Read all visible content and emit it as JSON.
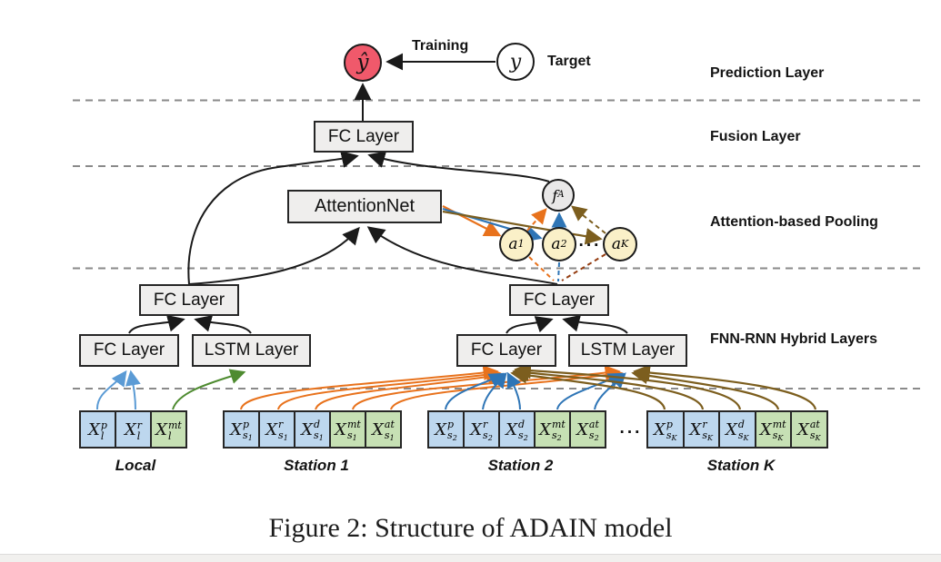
{
  "colors": {
    "accent_red": "#F0596B",
    "orange": "#E8721C",
    "blue": "#2E75B6",
    "light_blue": "#5B9BD5",
    "green": "#4E8B30",
    "olive": "#7C5E1E",
    "dark_red": "#943C10",
    "circle_yellow": "#FAF0C8",
    "circle_gray": "#E9E8E8",
    "box_gray": "#EFEEED",
    "input_blue": "#BDD7EE",
    "input_green": "#C6E0B4"
  },
  "prediction": {
    "yhat": "ŷ",
    "y": "y",
    "training_label": "Training",
    "target_label": "Target",
    "layer_label": "Prediction Layer"
  },
  "fusion": {
    "fc_label": "FC Layer",
    "layer_label": "Fusion Layer"
  },
  "attention": {
    "net_label": "AttentionNet",
    "layer_label": "Attention-based Pooling",
    "fa": {
      "base": "f",
      "idx": "A"
    },
    "units": [
      {
        "base": "a",
        "idx": "1"
      },
      {
        "base": "a",
        "idx": "2"
      },
      {
        "base": "a",
        "idx": "K"
      }
    ],
    "dots": "···"
  },
  "hybrid": {
    "layer_label": "FNN-RNN Hybrid Layers",
    "left_upper_fc": "FC Layer",
    "left_fc": "FC Layer",
    "left_lstm": "LSTM Layer",
    "right_upper_fc": "FC Layer",
    "right_fc": "FC Layer",
    "right_lstm": "LSTM Layer"
  },
  "inputs": {
    "dots": "···",
    "groups": [
      {
        "base": "X",
        "label": "Local",
        "boxes": [
          {
            "sup": "p",
            "sub": "l",
            "kind": "blue"
          },
          {
            "sup": "r",
            "sub": "l",
            "kind": "blue"
          },
          {
            "sup": "mt",
            "sub": "l",
            "kind": "green"
          }
        ]
      },
      {
        "base": "X",
        "label": "Station 1",
        "boxes": [
          {
            "sup": "p",
            "sub": "s",
            "subIdx": "1",
            "kind": "blue"
          },
          {
            "sup": "r",
            "sub": "s",
            "subIdx": "1",
            "kind": "blue"
          },
          {
            "sup": "d",
            "sub": "s",
            "subIdx": "1",
            "kind": "blue"
          },
          {
            "sup": "mt",
            "sub": "s",
            "subIdx": "1",
            "kind": "green"
          },
          {
            "sup": "at",
            "sub": "s",
            "subIdx": "1",
            "kind": "green"
          }
        ]
      },
      {
        "base": "X",
        "label": "Station 2",
        "boxes": [
          {
            "sup": "p",
            "sub": "s",
            "subIdx": "2",
            "kind": "blue"
          },
          {
            "sup": "r",
            "sub": "s",
            "subIdx": "2",
            "kind": "blue"
          },
          {
            "sup": "d",
            "sub": "s",
            "subIdx": "2",
            "kind": "blue"
          },
          {
            "sup": "mt",
            "sub": "s",
            "subIdx": "2",
            "kind": "green"
          },
          {
            "sup": "at",
            "sub": "s",
            "subIdx": "2",
            "kind": "green"
          }
        ]
      },
      {
        "base": "X",
        "label": "Station K",
        "boxes": [
          {
            "sup": "p",
            "sub": "s",
            "subIdx": "K",
            "kind": "blue"
          },
          {
            "sup": "r",
            "sub": "s",
            "subIdx": "K",
            "kind": "blue"
          },
          {
            "sup": "d",
            "sub": "s",
            "subIdx": "K",
            "kind": "blue"
          },
          {
            "sup": "mt",
            "sub": "s",
            "subIdx": "K",
            "kind": "green"
          },
          {
            "sup": "at",
            "sub": "s",
            "subIdx": "K",
            "kind": "green"
          }
        ]
      }
    ]
  },
  "caption": "Figure 2: Structure of ADAIN model"
}
